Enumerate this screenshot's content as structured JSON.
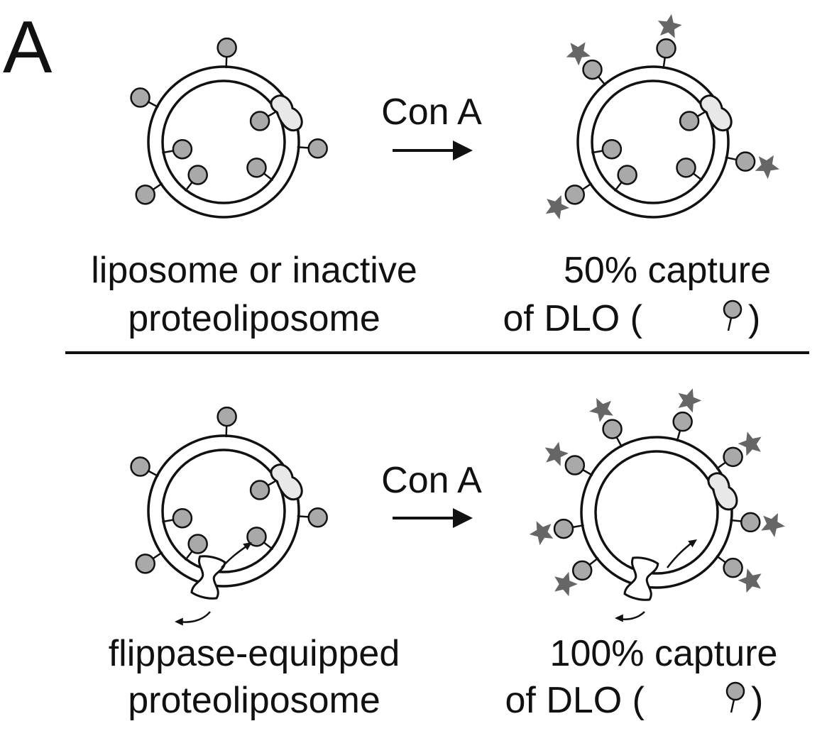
{
  "panel_label": "A",
  "top": {
    "reagent": "Con A",
    "left_caption": [
      "liposome or inactive",
      "proteoliposome"
    ],
    "right_caption": [
      "50% capture",
      "of DLO ("
    ],
    "right_caption_close": ")"
  },
  "bottom": {
    "reagent": "Con A",
    "left_caption": [
      "flippase-equipped",
      "proteoliposome"
    ],
    "right_caption": [
      "100% capture",
      "of DLO ("
    ],
    "right_caption_close": ")"
  },
  "colors": {
    "ink": "#111111",
    "dlo_head": "#a9a9a9",
    "con_a_star": "#666666",
    "protein": "#e8e8e8",
    "membrane": "#ffffff"
  },
  "icons": {
    "dlo": "lollipop-glycolipid-icon",
    "con_a": "star-lectin-icon",
    "protein": "membrane-protein-icon",
    "flippase": "flippase-channel-icon"
  }
}
